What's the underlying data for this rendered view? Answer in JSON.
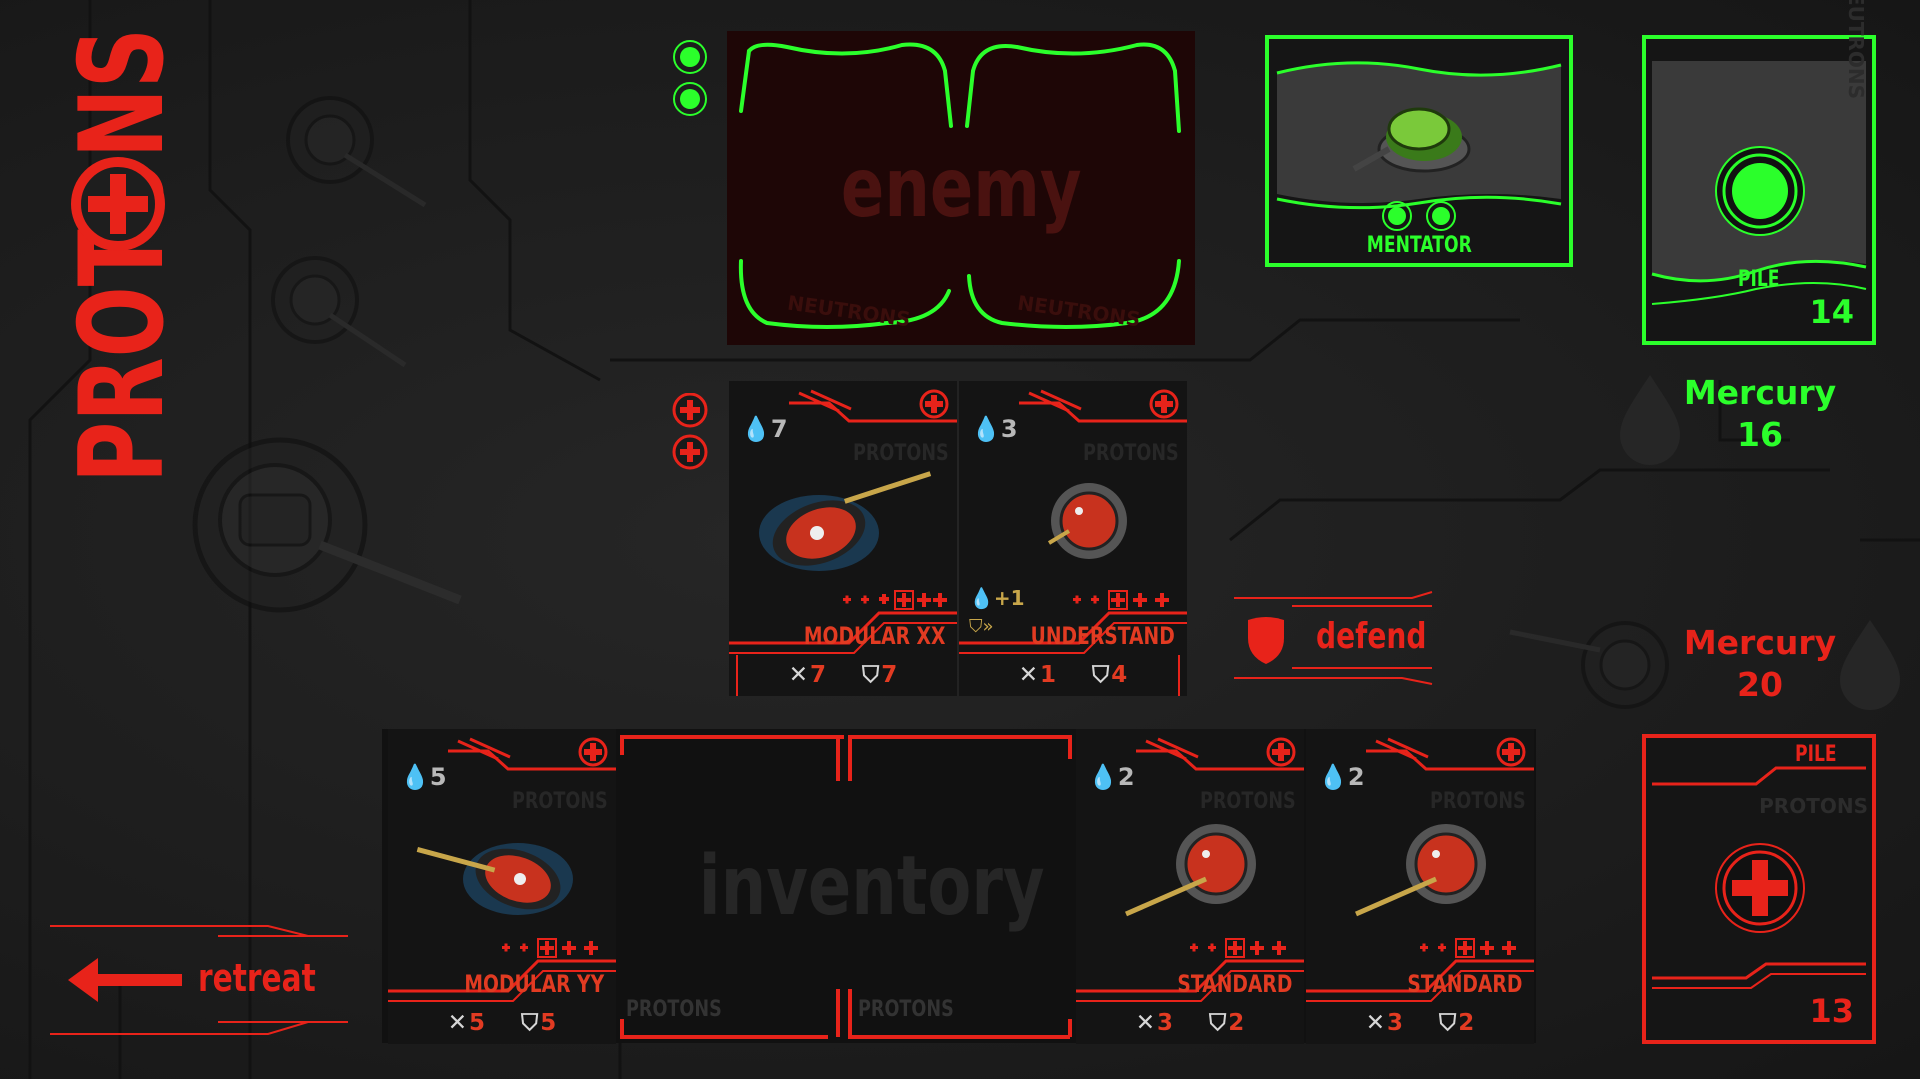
{
  "game": {
    "logo_text": "PROTONS"
  },
  "enemy_zone": {
    "label": "enemy",
    "slot_faction": "NEUTRONS",
    "indicator_count": 2
  },
  "enemy_side": {
    "featured_card": {
      "name": "MENTATOR",
      "color": "#2bff2b"
    },
    "pile": {
      "label": "PILE",
      "faction": "NEUTRONS",
      "count": "14"
    },
    "resource": {
      "name": "Mercury",
      "value": "16"
    }
  },
  "player_side": {
    "pile": {
      "label": "PILE",
      "faction": "PROTONS",
      "count": "13"
    },
    "resource": {
      "name": "Mercury",
      "value": "20"
    }
  },
  "battle_row": {
    "cards": [
      {
        "cost": "7",
        "faction": "PROTONS",
        "name": "MODULAR XX",
        "attack": "7",
        "defense": "7",
        "art": "tank-heavy",
        "bonus": ""
      },
      {
        "cost": "3",
        "faction": "PROTONS",
        "name": "UNDERSTAND",
        "attack": "1",
        "defense": "4",
        "art": "tank-light",
        "bonus": "+1"
      }
    ]
  },
  "inventory": {
    "label": "inventory",
    "empty_slot_faction": "PROTONS",
    "cards": [
      {
        "cost": "5",
        "faction": "PROTONS",
        "name": "MODULAR YY",
        "attack": "5",
        "defense": "5",
        "art": "tank-heavy"
      },
      {
        "cost": "2",
        "faction": "PROTONS",
        "name": "STANDARD",
        "attack": "3",
        "defense": "2",
        "art": "tank-std"
      },
      {
        "cost": "2",
        "faction": "PROTONS",
        "name": "STANDARD",
        "attack": "3",
        "defense": "2",
        "art": "tank-std"
      }
    ]
  },
  "actions": {
    "defend_label": "defend",
    "retreat_label": "retreat"
  },
  "colors": {
    "player_red": "#e8231a",
    "enemy_green": "#2bff2b"
  }
}
